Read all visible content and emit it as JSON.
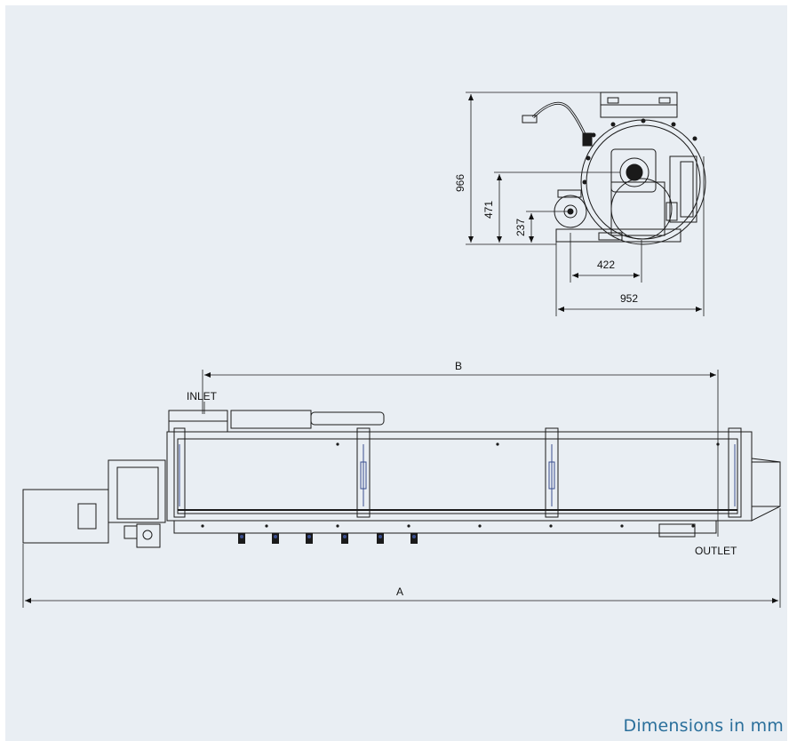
{
  "front_view": {
    "dim_height_total": "966",
    "dim_height_mid": "471",
    "dim_height_low": "237",
    "dim_width_inner": "422",
    "dim_width_total": "952"
  },
  "side_view": {
    "dim_b": "B",
    "dim_a": "A",
    "inlet_label": "INLET",
    "outlet_label": "OUTLET"
  },
  "caption": "Dimensions in mm",
  "colors": {
    "background": "#e9eef3",
    "line": "#1a1a1a",
    "accent_blue": "#2a6f9b",
    "detail_blue": "#3b4f8f"
  }
}
